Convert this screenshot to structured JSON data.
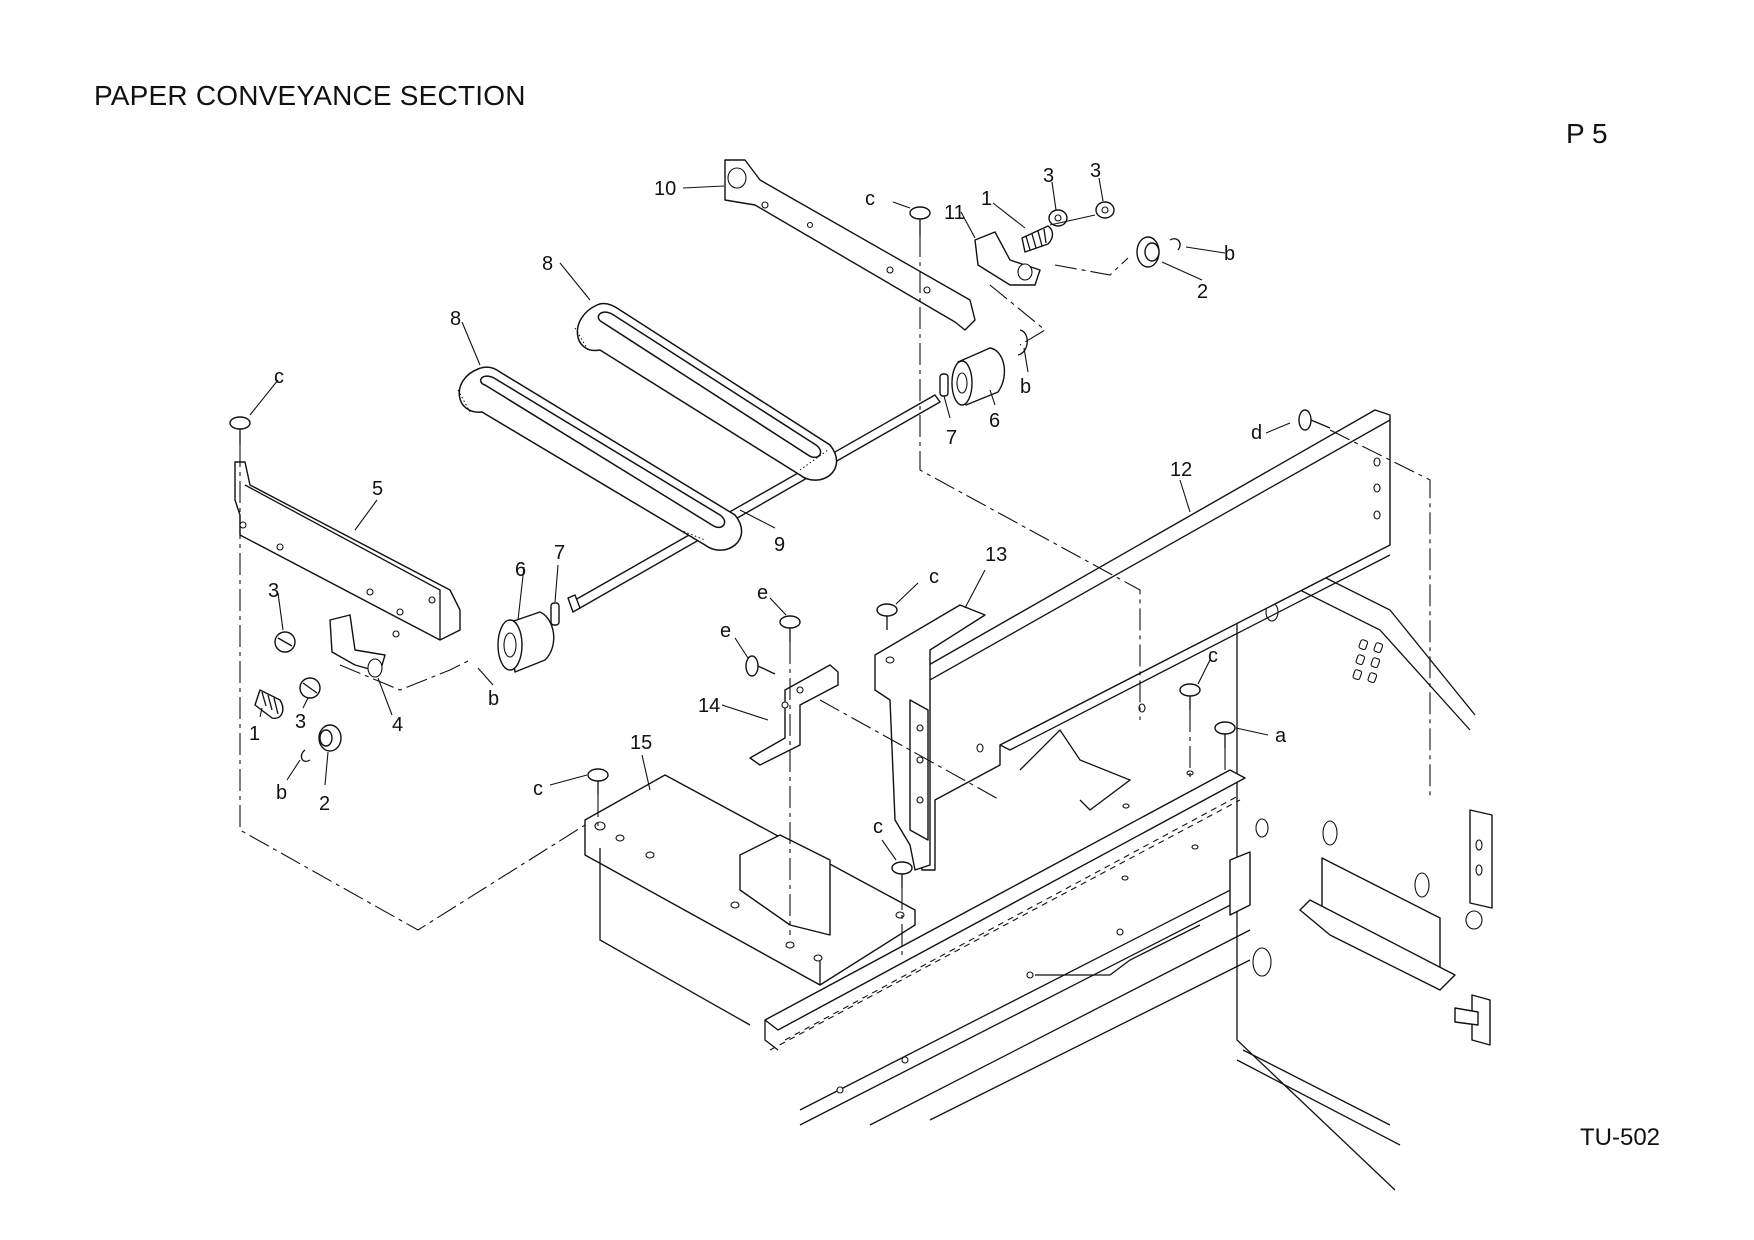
{
  "header": {
    "title": "PAPER CONVEYANCE SECTION",
    "page_number": "P 5"
  },
  "footer": {
    "model": "TU-502"
  },
  "callouts": {
    "c_top": "c",
    "n10": "10",
    "n11": "11",
    "n1_top": "1",
    "n3_top_a": "3",
    "n3_top_b": "3",
    "b_top": "b",
    "n2_top": "2",
    "n8_back": "8",
    "n8_front": "8",
    "n6_right": "6",
    "b_right": "b",
    "n7_right": "7",
    "c_left": "c",
    "n5": "5",
    "n9": "9",
    "n7_left": "7",
    "n6_left": "6",
    "n3_left_a": "3",
    "n1_left": "1",
    "n3_left_b": "3",
    "n4": "4",
    "b_left": "b",
    "b_bottom_left": "b",
    "n2_left": "2",
    "d": "d",
    "n12": "12",
    "n13": "13",
    "c_13": "c",
    "e_upper": "e",
    "e_lower": "e",
    "n14": "14",
    "c_right": "c",
    "a": "a",
    "n15": "15",
    "c_15": "c",
    "c_lower": "c"
  }
}
